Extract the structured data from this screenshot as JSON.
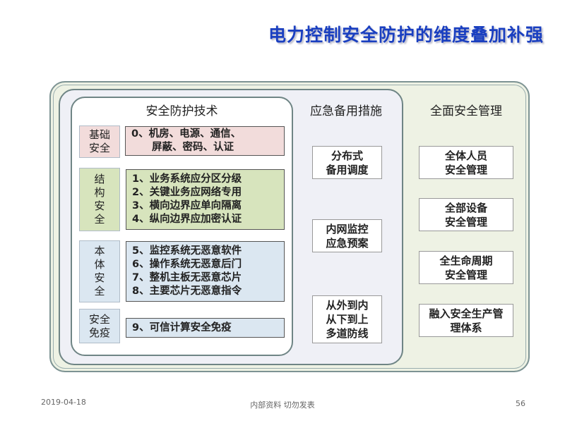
{
  "title": "电力控制安全防护的维度叠加补强",
  "tech": {
    "heading": "安全防护技术",
    "rows": [
      {
        "label": "基础\n安全",
        "lines": [
          "0、机房、电源、通信、",
          "　　屏蔽、密码、认证"
        ]
      },
      {
        "label": "结\n构\n安\n全",
        "lines": [
          "1、业务系统应分区分级",
          "2、关键业务应网络专用",
          "3、横向边界应单向隔离",
          "4、纵向边界应加密认证"
        ]
      },
      {
        "label": "本\n体\n安\n全",
        "lines": [
          "5、监控系统无恶意软件",
          "6、操作系统无恶意后门",
          "7、整机主板无恶意芯片",
          "8、主要芯片无恶意指令"
        ]
      },
      {
        "label": "安全\n免疫",
        "lines": [
          "9、可信计算安全免疫"
        ]
      }
    ]
  },
  "emergency": {
    "heading": "应急备用措施",
    "items": [
      [
        "分布式",
        "备用调度"
      ],
      [
        "内网监控",
        "应急预案"
      ],
      [
        "从外到内",
        "从下到上",
        "多道防线"
      ]
    ]
  },
  "management": {
    "heading": "全面安全管理",
    "items": [
      [
        "全体人员",
        "安全管理"
      ],
      [
        "全部设备",
        "安全管理"
      ],
      [
        "全生命周期",
        "安全管理"
      ],
      [
        "融入安全生产管",
        "理体系"
      ]
    ]
  },
  "footer": {
    "date": "2019-04-18",
    "center": "内部资料 切勿发表",
    "page": "56"
  }
}
